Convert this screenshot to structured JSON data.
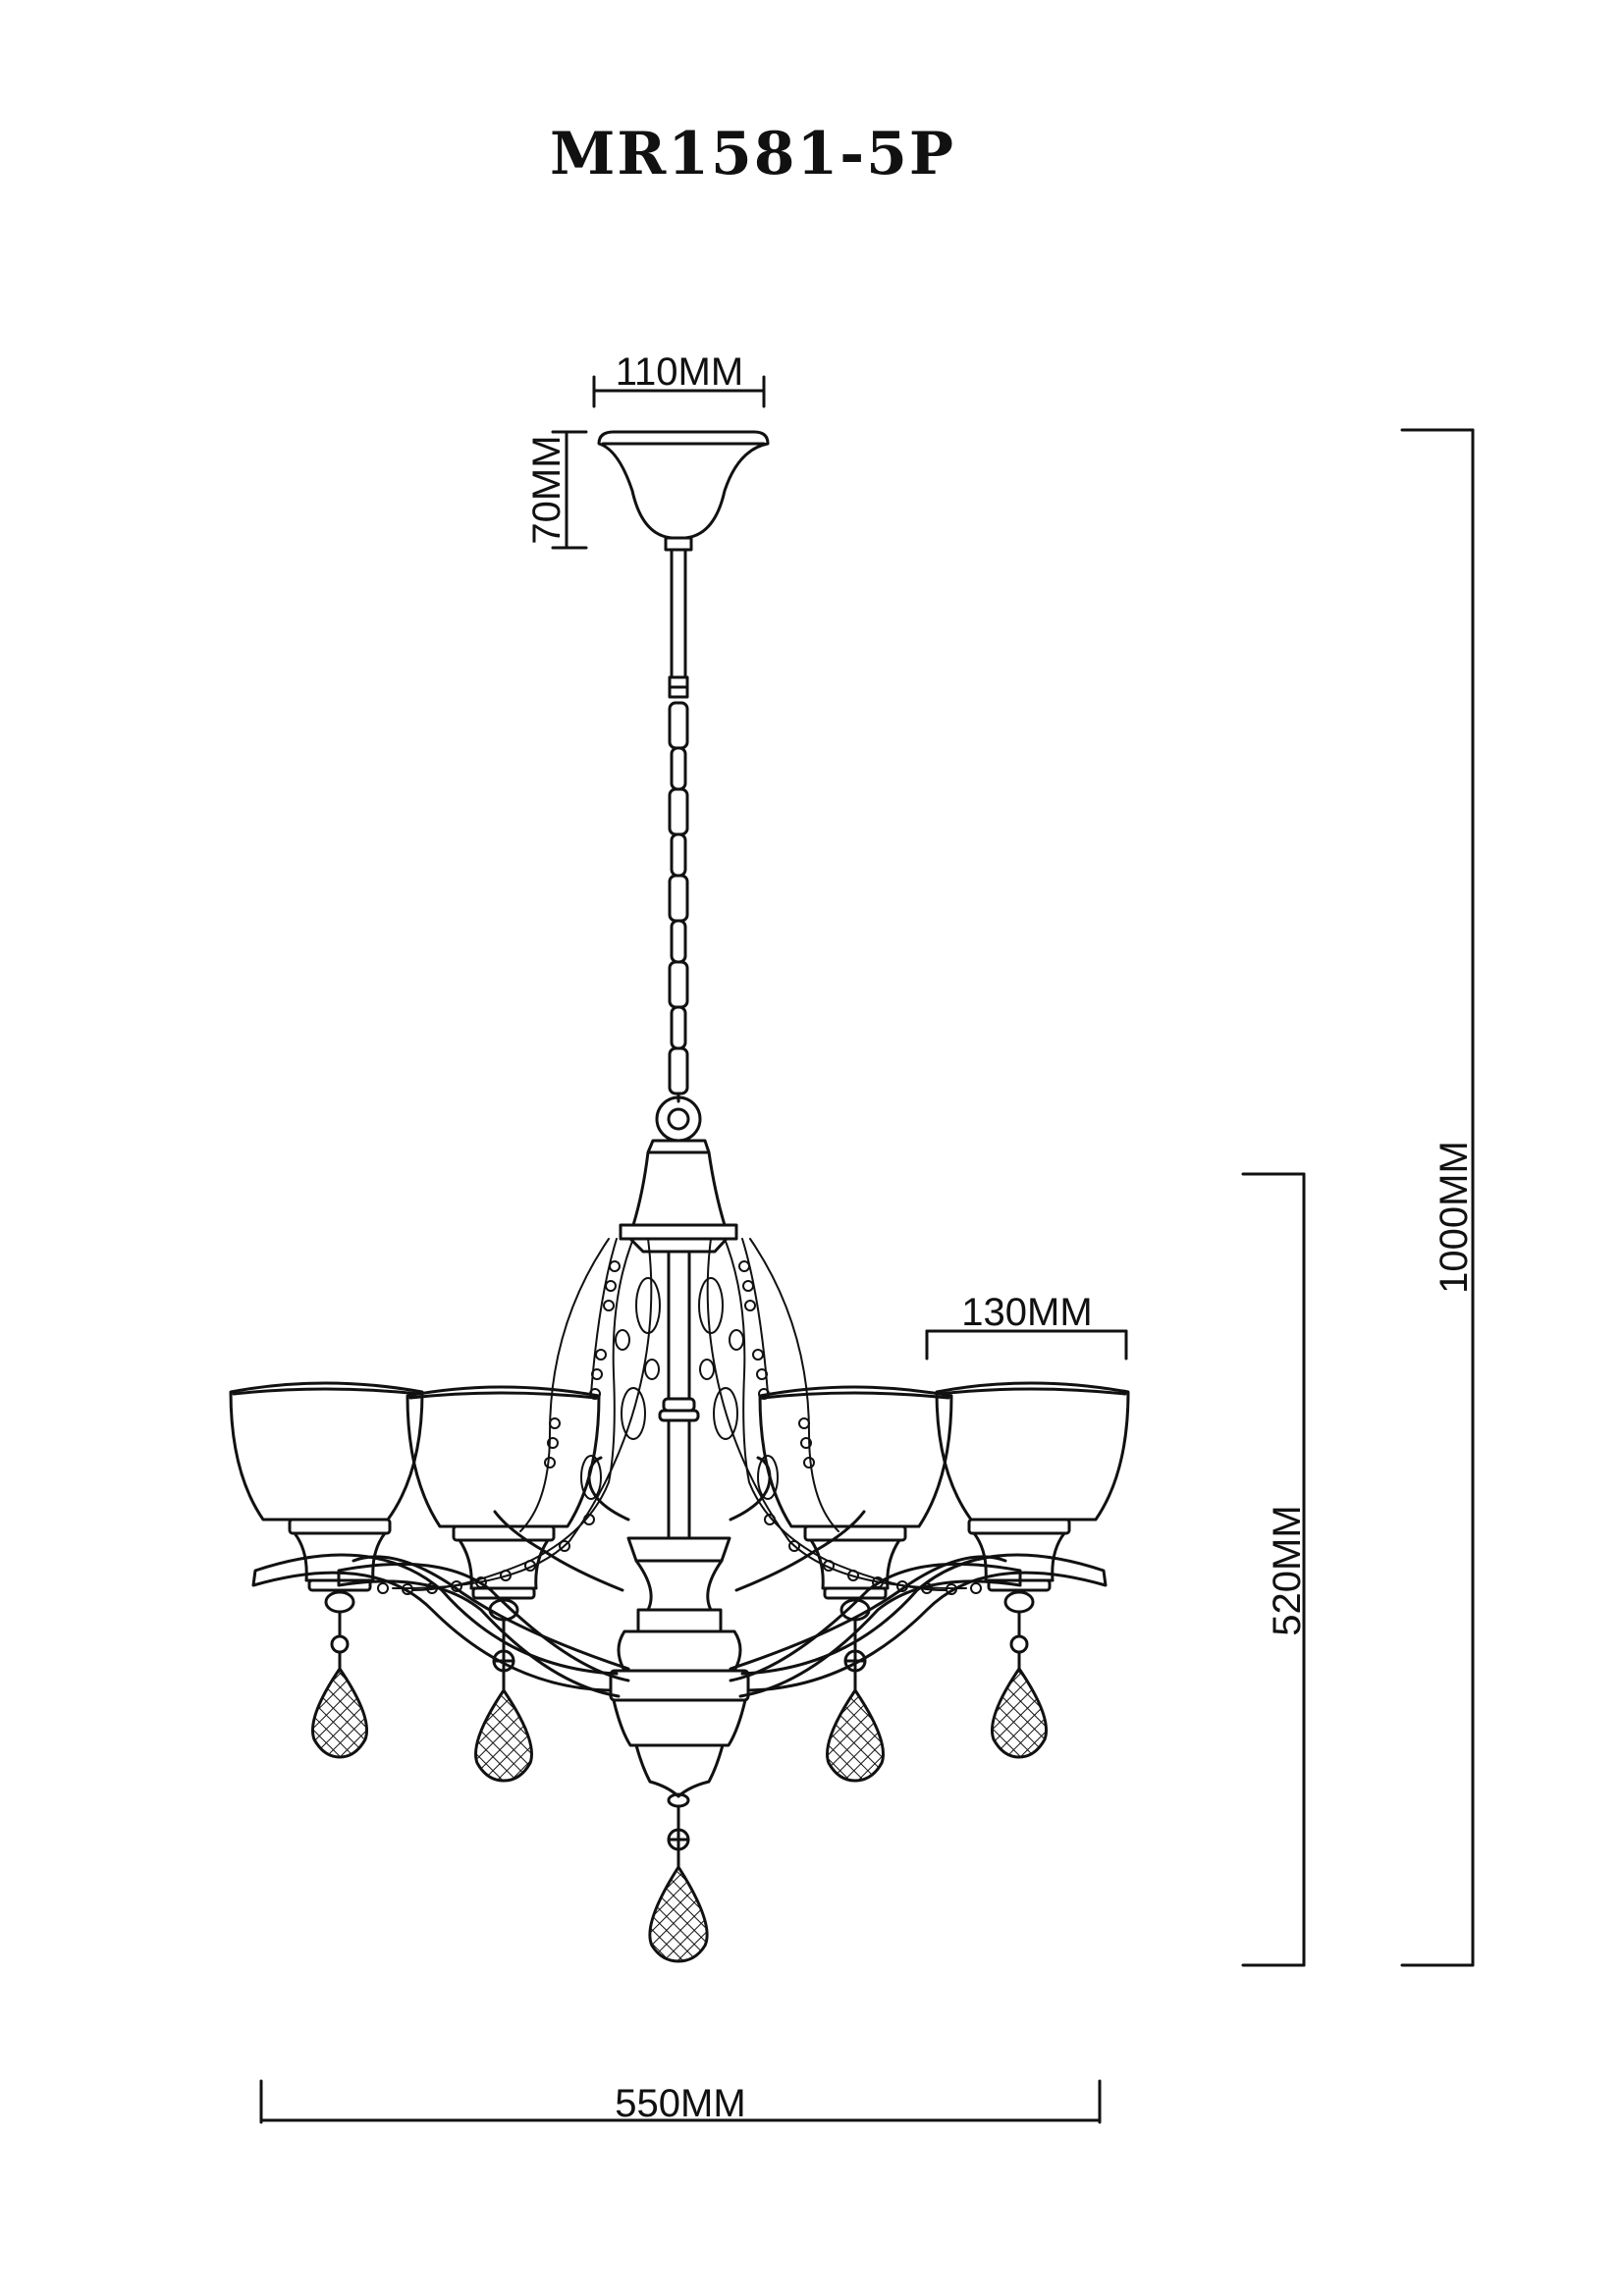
{
  "model_title": "MR1581-5P",
  "dimensions": {
    "canopy_width": "110MM",
    "canopy_height": "70MM",
    "total_height": "1000MM",
    "body_height": "520MM",
    "shade_width": "130MM",
    "overall_width": "550MM"
  },
  "colors": {
    "line": "#111111",
    "background": "#ffffff"
  }
}
